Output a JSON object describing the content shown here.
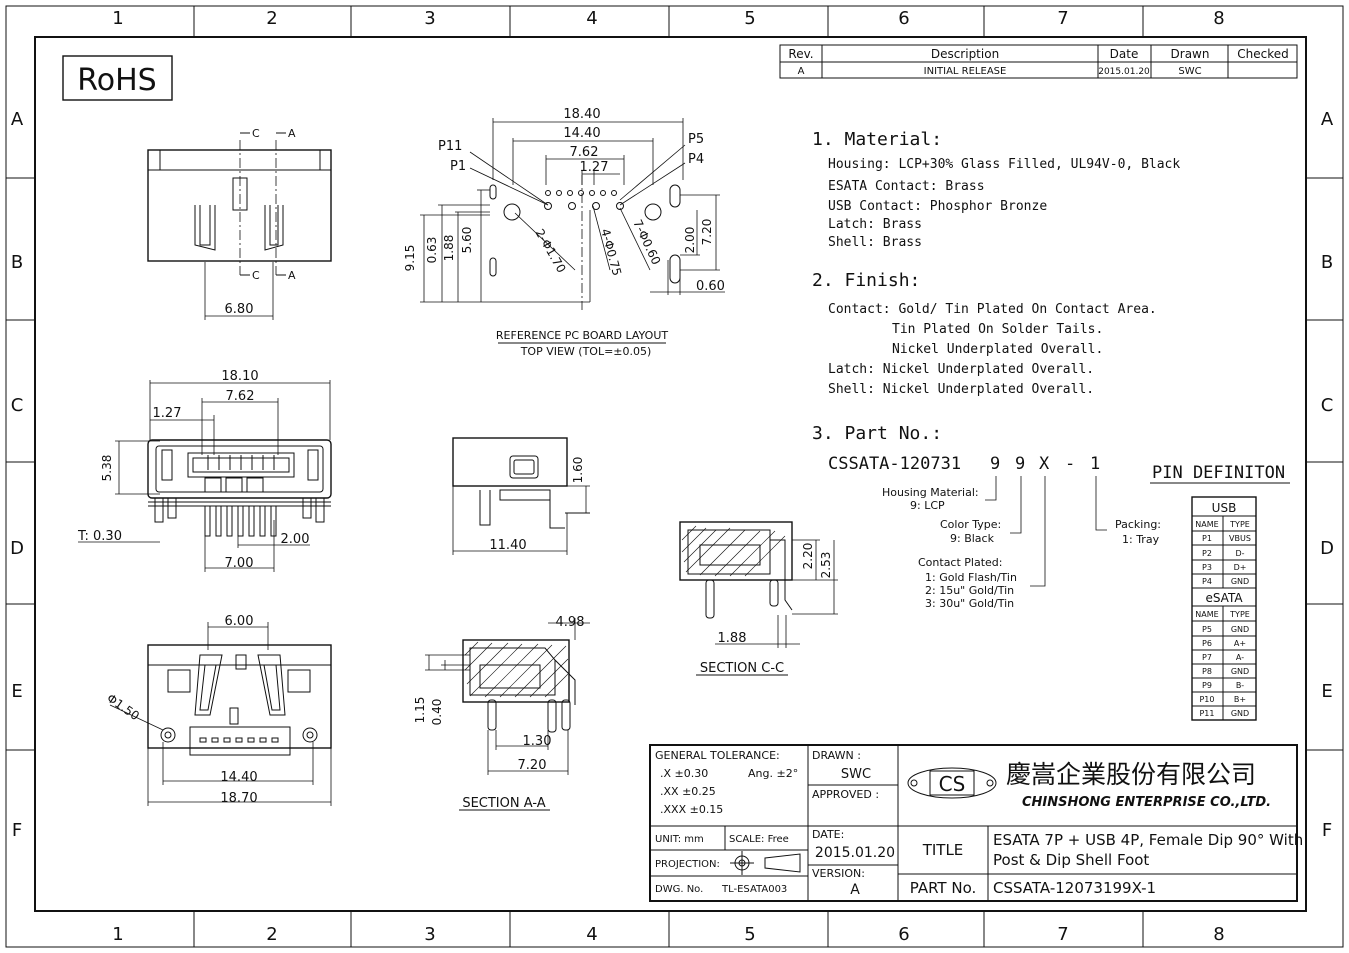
{
  "frame": {
    "columns": [
      "1",
      "2",
      "3",
      "4",
      "5",
      "6",
      "7",
      "8"
    ],
    "rows": [
      "A",
      "B",
      "C",
      "D",
      "E",
      "F"
    ]
  },
  "rohs": "RoHS",
  "revision": {
    "headers": [
      "Rev.",
      "Description",
      "Date",
      "Drawn",
      "Checked"
    ],
    "row": [
      "A",
      "INITIAL RELEASE",
      "2015.01.20",
      "SWC",
      ""
    ]
  },
  "notes": {
    "material_title": "1. Material:",
    "material": [
      "Housing: LCP+30% Glass Filled, UL94V-0, Black",
      "ESATA Contact: Brass",
      "USB Contact: Phosphor Bronze",
      "Latch: Brass",
      "Shell: Brass"
    ],
    "finish_title": "2. Finish:",
    "finish": [
      "Contact: Gold/ Tin Plated On Contact Area.",
      "Tin Plated On Solder Tails.",
      "Nickel Underplated Overall.",
      "Latch: Nickel Underplated Overall.",
      "Shell: Nickel Underplated Overall."
    ],
    "part_title": "3. Part No.:",
    "part_base": "CSSATA-120731",
    "part_codes": [
      "9",
      "9",
      "X",
      "-",
      "1"
    ],
    "housing_label": "Housing Material:",
    "housing_value": "9: LCP",
    "color_label": "Color Type:",
    "color_value": "9: Black",
    "contact_label": "Contact Plated:",
    "contact_values": [
      "1: Gold Flash/Tin",
      "2: 15u\" Gold/Tin",
      "3: 30u\" Gold/Tin"
    ],
    "packing_label": "Packing:",
    "packing_value": "1: Tray"
  },
  "pin_def": {
    "title": "PIN DEFINITON",
    "usb_title": "USB",
    "esata_title": "eSATA",
    "headers": [
      "NAME",
      "TYPE"
    ],
    "usb": [
      [
        "P1",
        "VBUS"
      ],
      [
        "P2",
        "D-"
      ],
      [
        "P3",
        "D+"
      ],
      [
        "P4",
        "GND"
      ]
    ],
    "esata": [
      [
        "P5",
        "GND"
      ],
      [
        "P6",
        "A+"
      ],
      [
        "P7",
        "A-"
      ],
      [
        "P8",
        "GND"
      ],
      [
        "P9",
        "B-"
      ],
      [
        "P10",
        "B+"
      ],
      [
        "P11",
        "GND"
      ]
    ]
  },
  "views": {
    "pcb_caption_1": "REFERENCE PC BOARD LAYOUT",
    "pcb_caption_2": "TOP VIEW (TOL=±0.05)",
    "section_aa": "SECTION A-A",
    "section_cc": "SECTION C-C",
    "cut_c": "C",
    "cut_a": "A"
  },
  "dims": {
    "top_680": "6.80",
    "pcb_1840": "18.40",
    "pcb_1440": "14.40",
    "pcb_762": "7.62",
    "pcb_127": "1.27",
    "pcb_p11": "P11",
    "pcb_p1": "P1",
    "pcb_p5": "P5",
    "pcb_p4": "P4",
    "pcb_915": "9.15",
    "pcb_063": "0.63",
    "pcb_188": "1.88",
    "pcb_560": "5.60",
    "pcb_hole1": "2-Φ1.70",
    "pcb_hole2": "4-Φ0.75",
    "pcb_hole3": "7-Φ0.60",
    "pcb_200": "2.00",
    "pcb_720": "7.20",
    "pcb_060": "0.60",
    "front_1810": "18.10",
    "front_762": "7.62",
    "front_127": "1.27",
    "front_538": "5.38",
    "front_t": "T: 0.30",
    "front_200": "2.00",
    "front_700": "7.00",
    "side_160": "1.60",
    "side_1140": "11.40",
    "cc_220": "2.20",
    "cc_253": "2.53",
    "cc_188": "1.88",
    "bot_600": "6.00",
    "bot_150": "Φ1.50",
    "bot_1440": "14.40",
    "bot_1870": "18.70",
    "aa_498": "4.98",
    "aa_115": "1.15",
    "aa_040": "0.40",
    "aa_130": "1.30",
    "aa_720": "7.20"
  },
  "title_block": {
    "tol_title": "GENERAL TOLERANCE:",
    "tol_x": ".X ±0.30",
    "tol_ang": "Ang. ±2°",
    "tol_xx": ".XX ±0.25",
    "tol_xxx": ".XXX ±0.15",
    "drawn_label": "DRAWN :",
    "drawn_value": "SWC",
    "approved_label": "APPROVED :",
    "unit": "UNIT: mm",
    "scale": "SCALE: Free",
    "projection": "PROJECTION:",
    "dwg_label": "DWG. No.",
    "dwg_value": "TL-ESATA003",
    "date_label": "DATE:",
    "date_value": "2015.01.20",
    "version_label": "VERSION:",
    "version_value": "A",
    "logo_text": "CS",
    "company_cn": "慶嵩企業股份有限公司",
    "company_en": "CHINSHONG ENTERPRISE CO.,LTD.",
    "title_label": "TITLE",
    "title_line1": "ESATA 7P + USB 4P, Female Dip 90° With",
    "title_line2": "Post & Dip Shell Foot",
    "part_label": "PART No.",
    "part_value": "CSSATA-12073199X-1"
  }
}
